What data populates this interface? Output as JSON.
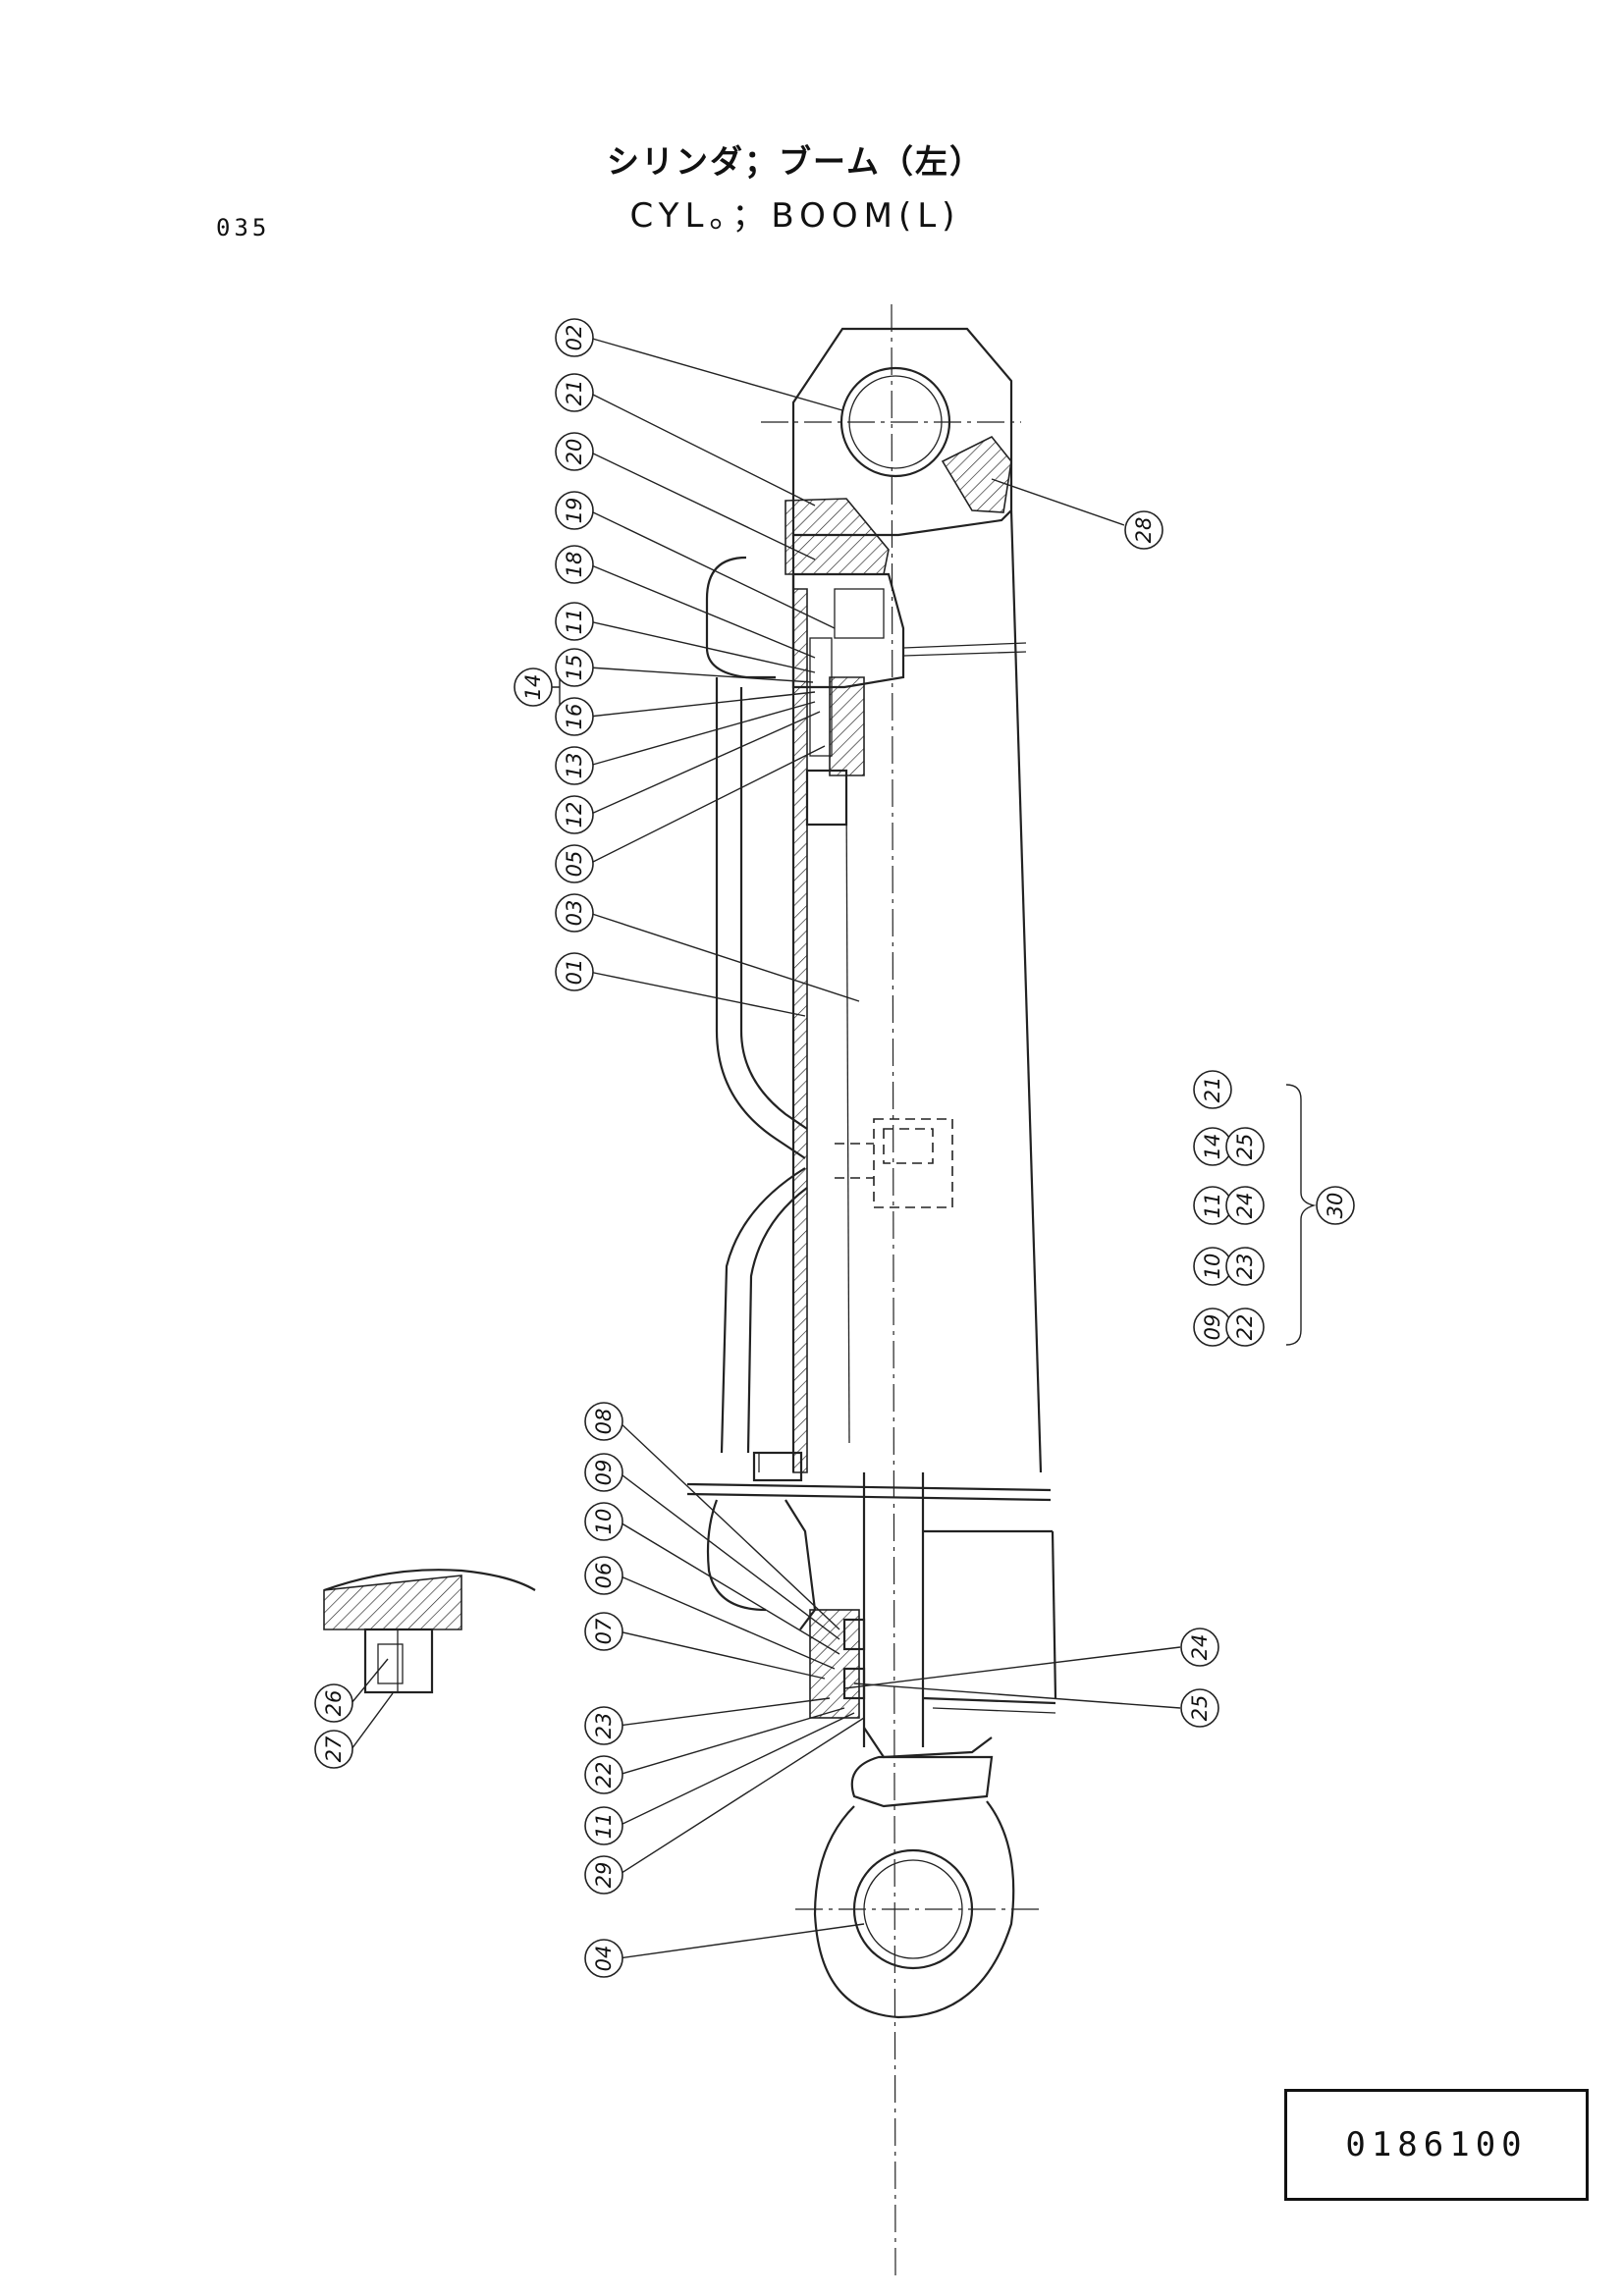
{
  "page_number": "035",
  "title_jp": "シリンダ；ブーム（左）",
  "title_en": "CYL。；BOOM(L)",
  "part_number": "0186100",
  "callouts": {
    "left_top": [
      "02",
      "21",
      "20",
      "19",
      "18",
      "11",
      "15",
      "16",
      "13",
      "12",
      "05",
      "03",
      "01"
    ],
    "group_14": "14",
    "right_top": "28",
    "right_group_col1": [
      "09",
      "22"
    ],
    "right_group_col2": [
      "10",
      "23"
    ],
    "right_group_col3": [
      "11",
      "24"
    ],
    "right_group_col4": [
      "14",
      "25"
    ],
    "right_group_col5": [
      "21"
    ],
    "group_30": "30",
    "left_bottom": [
      "08",
      "09",
      "10",
      "06",
      "07",
      "23",
      "22",
      "11",
      "29",
      "04"
    ],
    "right_bottom": [
      "24",
      "25"
    ],
    "detail": [
      "26",
      "27"
    ]
  }
}
